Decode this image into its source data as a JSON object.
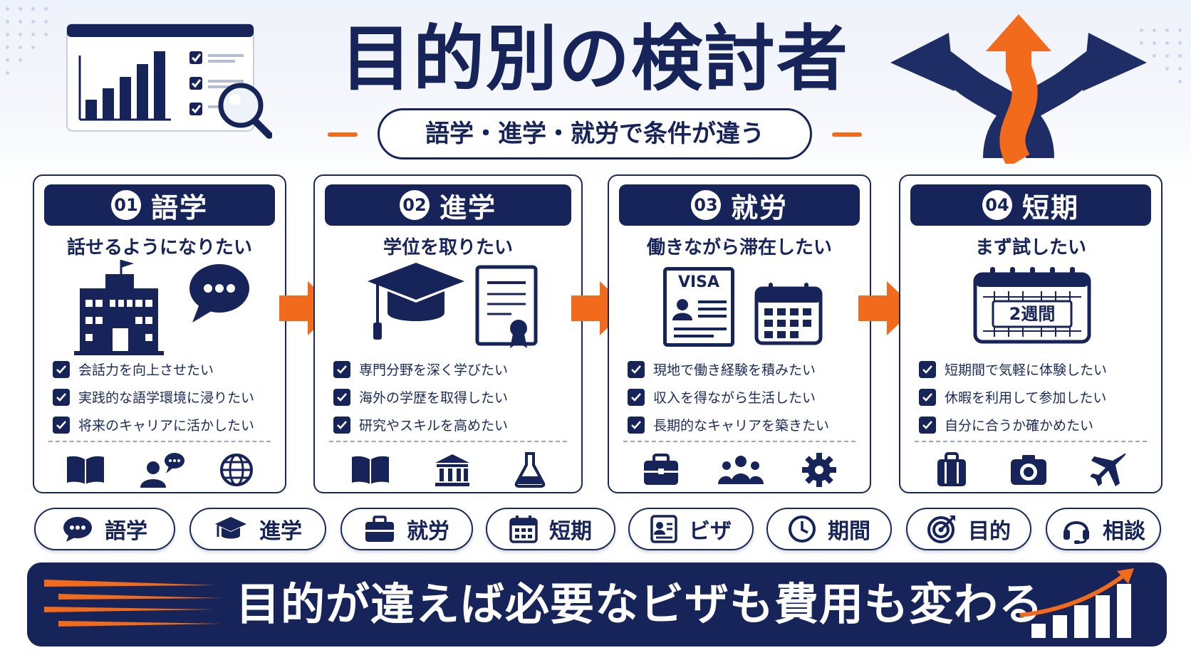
{
  "header": {
    "title": "目的別の検討者",
    "subtitle": "語学・進学・就労で条件が違う"
  },
  "colors": {
    "navy": "#16245a",
    "orange": "#f26a1b",
    "white": "#ffffff"
  },
  "cards": [
    {
      "num": "01",
      "title": "語学",
      "subtitle": "話せるようになりたい",
      "illustration": [
        "school-building-icon",
        "speech-bubble-icon"
      ],
      "checks": [
        "会話力を向上させたい",
        "実践的な語学環境に浸りたい",
        "将来のキャリアに活かしたい"
      ],
      "footer_icons": [
        "book-icon",
        "person-chat-icon",
        "globe-icon"
      ]
    },
    {
      "num": "02",
      "title": "進学",
      "subtitle": "学位を取りたい",
      "illustration": [
        "graduation-cap-icon",
        "certificate-icon"
      ],
      "checks": [
        "専門分野を深く学びたい",
        "海外の学歴を取得したい",
        "研究やスキルを高めたい"
      ],
      "footer_icons": [
        "book-icon",
        "institution-icon",
        "flask-icon"
      ]
    },
    {
      "num": "03",
      "title": "就労",
      "subtitle": "働きながら滞在したい",
      "illustration": [
        "visa-card-icon",
        "calendar-icon"
      ],
      "visa_label": "VISA",
      "checks": [
        "現地で働き経験を積みたい",
        "収入を得ながら生活したい",
        "長期的なキャリアを築きたい"
      ],
      "footer_icons": [
        "briefcase-icon",
        "people-icon",
        "gear-icon"
      ]
    },
    {
      "num": "04",
      "title": "短期",
      "subtitle": "まず試したい",
      "illustration": [
        "calendar-2weeks-icon"
      ],
      "calendar_label": "2週間",
      "checks": [
        "短期間で気軽に体験したい",
        "休暇を利用して参加したい",
        "自分に合うか確かめたい"
      ],
      "footer_icons": [
        "suitcase-icon",
        "camera-icon",
        "airplane-icon"
      ]
    }
  ],
  "chips": [
    {
      "label": "語学",
      "icon": "speech-bubble-icon"
    },
    {
      "label": "進学",
      "icon": "graduation-cap-icon"
    },
    {
      "label": "就労",
      "icon": "briefcase-icon"
    },
    {
      "label": "短期",
      "icon": "calendar-icon"
    },
    {
      "label": "ビザ",
      "icon": "id-card-icon"
    },
    {
      "label": "期間",
      "icon": "clock-icon"
    },
    {
      "label": "目的",
      "icon": "target-icon"
    },
    {
      "label": "相談",
      "icon": "headset-icon"
    }
  ],
  "banner": {
    "text": "目的が違えば必要なビザも費用も変わる"
  }
}
